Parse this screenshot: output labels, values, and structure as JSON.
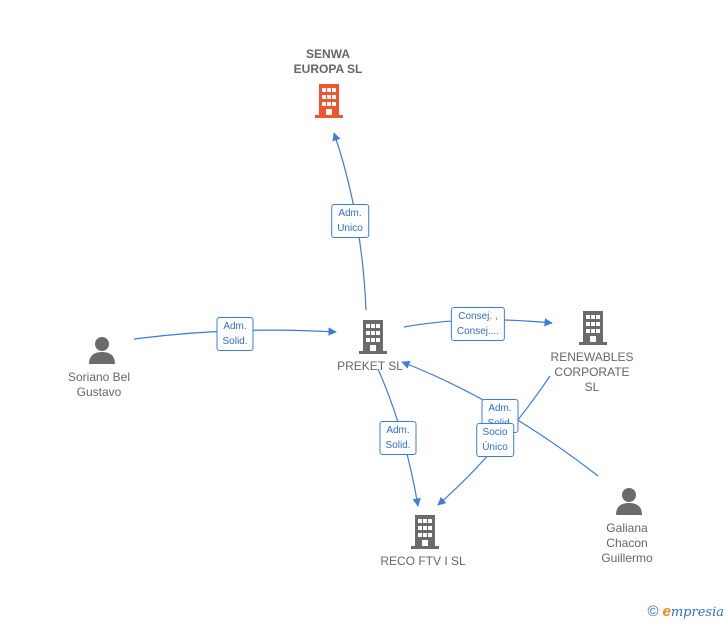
{
  "nodes": {
    "senwa": {
      "label": "SENWA\nEUROPA  SL",
      "icon": "building-icon",
      "color": "#f0562c"
    },
    "preket": {
      "label": "PREKET  SL",
      "icon": "building-icon",
      "color": "#6b6b6b"
    },
    "renewables": {
      "label": "RENEWABLES\nCORPORATE\nSL",
      "icon": "building-icon",
      "color": "#6b6b6b"
    },
    "reco": {
      "label": "RECO FTV I  SL",
      "icon": "building-icon",
      "color": "#6b6b6b"
    },
    "soriano": {
      "label": "Soriano Bel\nGustavo",
      "icon": "person-icon",
      "color": "#6b6b6b"
    },
    "galiana": {
      "label": "Galiana\nChacon\nGuillermo",
      "icon": "person-icon",
      "color": "#6b6b6b"
    }
  },
  "edges": {
    "preket_senwa": "Adm.\nUnico",
    "soriano_preket": "Adm.\nSolid.",
    "preket_renewables": "Consej. ,\nConsej....",
    "preket_reco": "Adm.\nSolid.",
    "galiana_preket": "Adm.\nSolid.",
    "renewables_reco": "Socio\nÚnico"
  },
  "footer": {
    "copyright": "©",
    "brand_e": "e",
    "brand_rest": "mpresia"
  },
  "colors": {
    "edge": "#3d7ddb",
    "building": "#6b6b6b",
    "highlight": "#f0562c"
  }
}
